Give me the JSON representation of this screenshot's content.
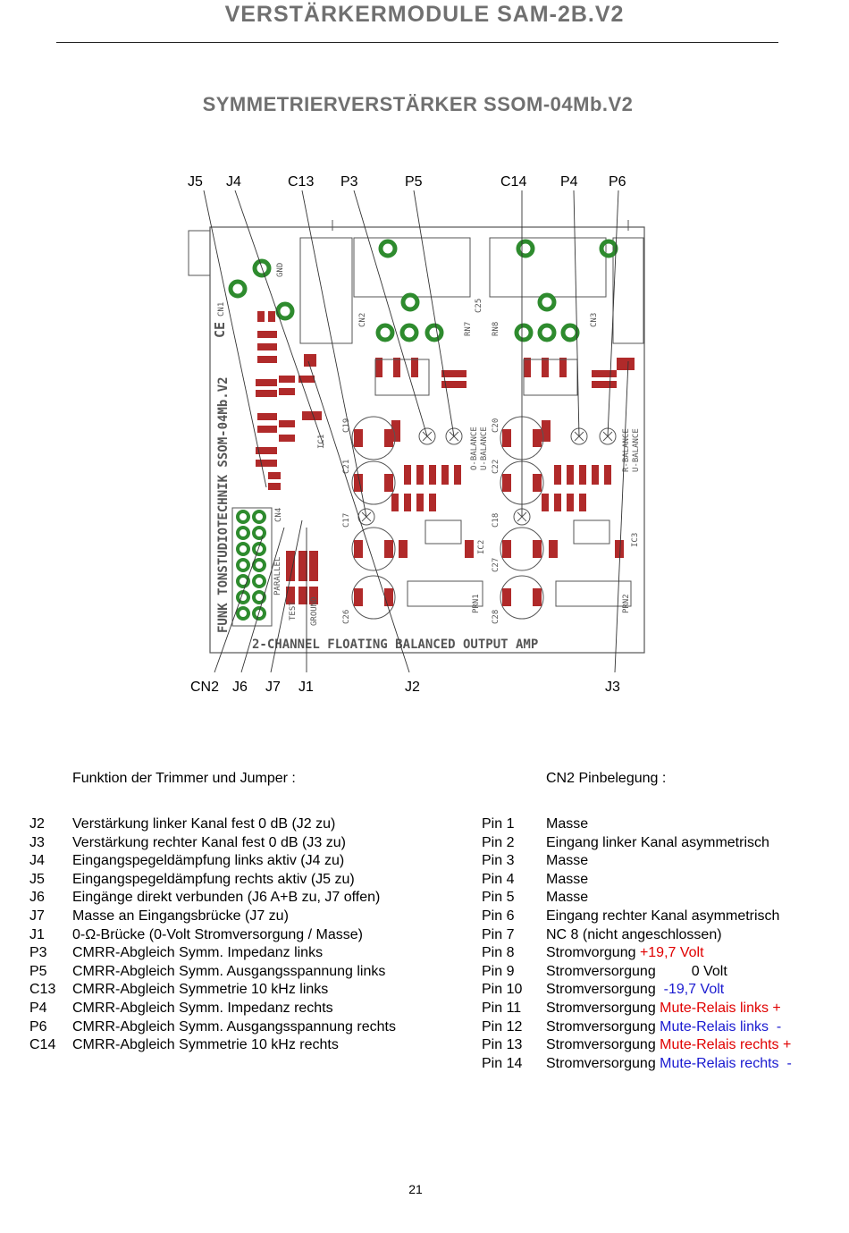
{
  "header": {
    "title": "VERSTÄRKERMODULE  SAM-2B.V2",
    "subtitle": "SYMMETRIERVERSTÄRKER   SSOM-04Mb.V2"
  },
  "diagram": {
    "top_labels": [
      "J5",
      "J4",
      "C13",
      "P3",
      "P5",
      "C14",
      "P4",
      "P6"
    ],
    "bottom_labels": [
      "CN2",
      "J6",
      "J7",
      "J1",
      "J2",
      "J3"
    ],
    "board_text": {
      "side": "FUNK TONSTUDIOTECHNIK   SSOM-04Mb.V2",
      "bottom": "2-CHANNEL FLOATING BALANCED OUTPUT AMP",
      "ce": "CE",
      "gnd": "GND",
      "cn1": "CN1",
      "cn2": "CN2",
      "cn3": "CN3",
      "cn4": "CN4",
      "parallel": "PARALLEL",
      "test": "TEST",
      "ground": "GROUND",
      "prn1": "PRN1",
      "prn2": "PRN2",
      "ic1": "IC1",
      "ic2": "IC2",
      "ic3": "IC3",
      "u_balance": "U-BALANCE",
      "o_balance": "O-BALANCE",
      "r_balance": "R-BALANCE",
      "c25": "C25",
      "rn7": "RN7",
      "rn8": "RN8",
      "c19": "C19",
      "c20": "C20",
      "c17": "C17",
      "c18": "C18",
      "c21": "C21",
      "c22": "C22",
      "c26": "C26",
      "c27": "C27",
      "c28": "C28"
    }
  },
  "functions": {
    "heading": "Funktion der Trimmer und Jumper :",
    "rows": [
      {
        "id": "J2",
        "text": "Verstärkung linker Kanal fest 0 dB (J2 zu)"
      },
      {
        "id": "J3",
        "text": "Verstärkung rechter Kanal fest 0 dB (J3 zu)"
      },
      {
        "id": "J4",
        "text": "Eingangspegeldämpfung links aktiv (J4 zu)"
      },
      {
        "id": "J5",
        "text": "Eingangspegeldämpfung rechts aktiv (J5 zu)"
      },
      {
        "id": "J6",
        "text": "Eingänge direkt verbunden (J6 A+B zu, J7 offen)"
      },
      {
        "id": "J7",
        "text": "Masse an Eingangsbrücke (J7 zu)"
      },
      {
        "id": "J1",
        "text": "0-Ω-Brücke  (0-Volt Stromversorgung / Masse)"
      },
      {
        "id": "P3",
        "text": "CMRR-Abgleich Symm. Impedanz links"
      },
      {
        "id": "P5",
        "text": "CMRR-Abgleich Symm. Ausgangsspannung links"
      },
      {
        "id": "C13",
        "text": "CMRR-Abgleich Symmetrie 10 kHz links"
      },
      {
        "id": "P4",
        "text": "CMRR-Abgleich Symm. Impedanz rechts"
      },
      {
        "id": "P6",
        "text": "CMRR-Abgleich Symm. Ausgangsspannung rechts"
      },
      {
        "id": "C14",
        "text": "CMRR-Abgleich Symmetrie 10 kHz rechts"
      }
    ]
  },
  "pinout": {
    "heading": "CN2   Pinbelegung :",
    "rows": [
      {
        "pin": "Pin 1",
        "text": "Masse",
        "accent": ""
      },
      {
        "pin": "Pin 2",
        "text": "Eingang linker Kanal asymmetrisch",
        "accent": ""
      },
      {
        "pin": "Pin 3",
        "text": "Masse",
        "accent": ""
      },
      {
        "pin": "Pin 4",
        "text": "Masse",
        "accent": ""
      },
      {
        "pin": "Pin 5",
        "text": "Masse",
        "accent": ""
      },
      {
        "pin": "Pin 6",
        "text": "Eingang rechter Kanal asymmetrisch",
        "accent": ""
      },
      {
        "pin": "Pin 7",
        "text": "NC 8  (nicht angeschlossen)",
        "accent": ""
      },
      {
        "pin": "Pin 8",
        "text": "Stromvorgung ",
        "accent": "+19,7 Volt",
        "color": "red"
      },
      {
        "pin": "Pin 9",
        "text": "Stromversorgung         0 Volt",
        "accent": ""
      },
      {
        "pin": "Pin 10",
        "text": "Stromversorgung  ",
        "accent": "-19,7 Volt",
        "color": "blue"
      },
      {
        "pin": "Pin 11",
        "text": "Stromversorgung ",
        "accent": "Mute-Relais links +",
        "color": "red"
      },
      {
        "pin": "Pin 12",
        "text": "Stromversorgung ",
        "accent": "Mute-Relais links  -",
        "color": "blue"
      },
      {
        "pin": "Pin 13",
        "text": "Stromversorgung ",
        "accent": "Mute-Relais rechts +",
        "color": "red"
      },
      {
        "pin": "Pin 14",
        "text": "Stromversorgung ",
        "accent": "Mute-Relais rechts  -",
        "color": "blue"
      }
    ]
  },
  "footer": {
    "page_number": "21"
  },
  "colors": {
    "pad_red": "#b02a2a",
    "pad_green": "#2e8b2e",
    "silk": "#555555",
    "heading_gray": "#707070"
  }
}
